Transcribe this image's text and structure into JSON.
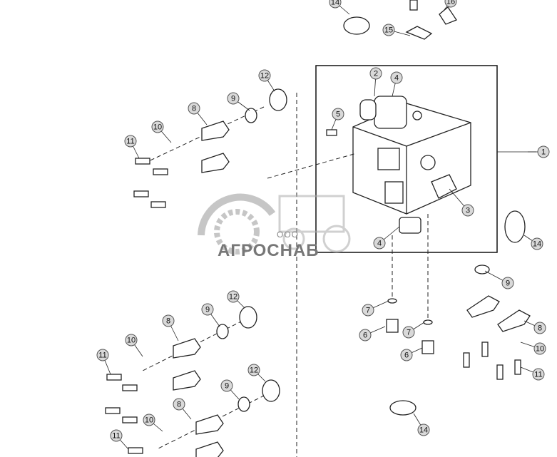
{
  "diagram": {
    "callouts": [
      "14",
      "16",
      "15",
      "2",
      "4",
      "5",
      "1",
      "3",
      "4",
      "14",
      "12",
      "9",
      "8",
      "10",
      "11",
      "9",
      "7",
      "6",
      "7",
      "6",
      "8",
      "10",
      "11",
      "12",
      "9",
      "8",
      "10",
      "11",
      "12",
      "9",
      "8",
      "10",
      "11",
      "14"
    ]
  },
  "watermark": {
    "line1": "ООО",
    "line2": "АГРОСНАБ"
  },
  "colors": {
    "callout_fill": "#d9d9d9",
    "line": "#222222"
  }
}
